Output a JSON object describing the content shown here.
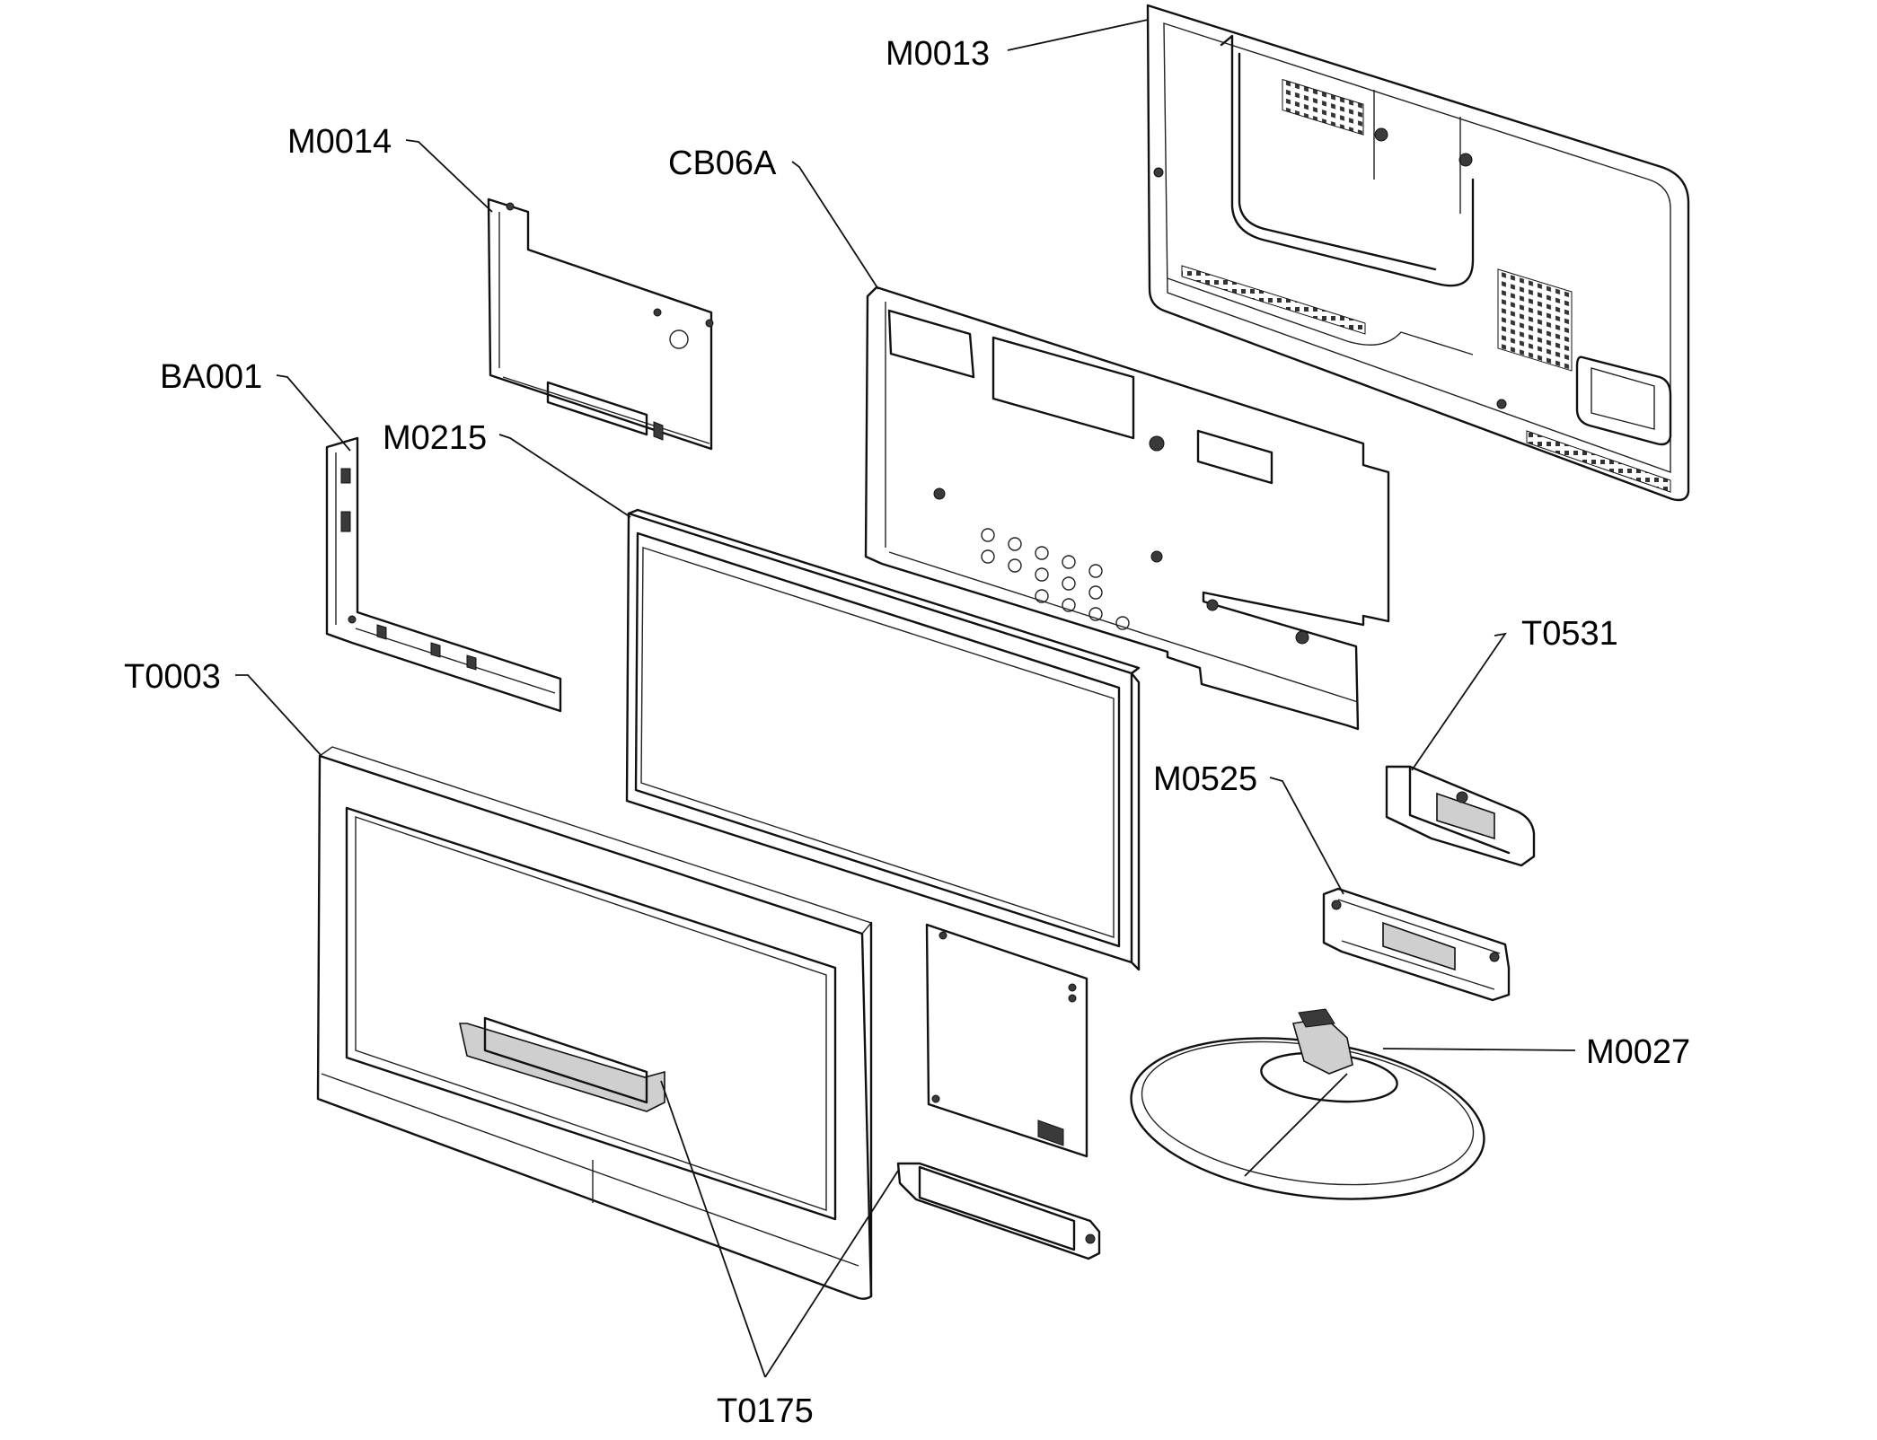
{
  "diagram": {
    "callouts": [
      {
        "id": "m0013",
        "label": "M0013"
      },
      {
        "id": "m0014",
        "label": "M0014"
      },
      {
        "id": "cb06a",
        "label": "CB06A"
      },
      {
        "id": "ba001",
        "label": "BA001"
      },
      {
        "id": "m0215",
        "label": "M0215"
      },
      {
        "id": "t0003",
        "label": "T0003"
      },
      {
        "id": "t0531",
        "label": "T0531"
      },
      {
        "id": "m0525",
        "label": "M0525"
      },
      {
        "id": "m0027",
        "label": "M0027"
      },
      {
        "id": "t0175",
        "label": "T0175"
      }
    ]
  }
}
